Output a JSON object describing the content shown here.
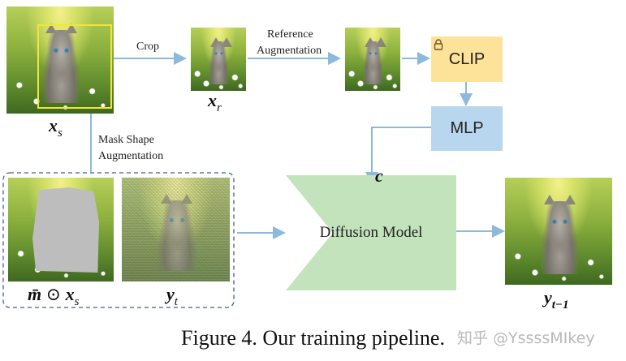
{
  "labels": {
    "crop": "Crop",
    "reference_line1": "Reference",
    "reference_line2": "Augmentation",
    "mask_line1": "Mask Shape",
    "mask_line2": "Augmentation"
  },
  "boxes": {
    "clip": "CLIP",
    "mlp": "MLP",
    "diffusion": "Diffusion Model"
  },
  "math": {
    "xs_base": "x",
    "xs_sub": "s",
    "xr_base": "x",
    "xr_sub": "r",
    "c": "c",
    "masked_m": "m̄",
    "odot": " ⊙ ",
    "masked_x": "x",
    "masked_sub": "s",
    "yt_base": "y",
    "yt_sub": "t",
    "yt1_base": "y",
    "yt1_sub": "t−1"
  },
  "caption": "Figure 4. Our training pipeline.",
  "watermark": "知乎 @YssssMIkey",
  "colors": {
    "clip_fill": "#fde39a",
    "mlp_fill": "#b8d6ee",
    "diffusion_fill": "#c3e3bd",
    "arrow": "#8db9da",
    "crop_box": "#f0e63a",
    "dashed_border": "#3b5f9a"
  }
}
